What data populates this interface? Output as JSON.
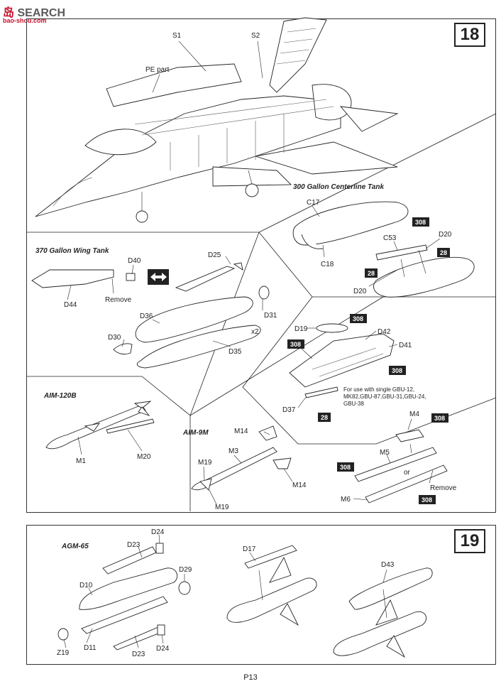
{
  "watermark": {
    "logo": "岛",
    "site": "SEARCH",
    "url": "bao-shou.com"
  },
  "step18": {
    "number": "18",
    "fuselage_labels": {
      "s1": "S1",
      "s2": "S2",
      "pe": "PE part"
    },
    "centerline_tank": {
      "title": "300 Gallon Centerline Tank",
      "c17": "C17",
      "c18": "C18",
      "c53": "C53",
      "d20a": "D20",
      "d20b": "D20",
      "tag308": "308",
      "tag28a": "28",
      "tag28b": "28"
    },
    "wing_tank": {
      "title": "370 Gallon Wing Tank",
      "d40": "D40",
      "d44": "D44",
      "remove": "Remove",
      "d25": "D25",
      "d36": "D36",
      "d31": "D31",
      "d30": "D30",
      "d35": "D35",
      "x2": "x2"
    },
    "pylon": {
      "d19": "D19",
      "d42": "D42",
      "d41": "D41",
      "d37": "D37",
      "tag308a": "308",
      "tag308b": "308",
      "tag308c": "308",
      "tag28": "28",
      "note1": "For use with single GBU-12,",
      "note2": "MK82,GBU-87,GBU-31,GBU-24,",
      "note3": "GBU-38"
    },
    "aim120": {
      "title": "AIM-120B",
      "m1": "M1",
      "m20": "M20"
    },
    "aim9": {
      "title": "AIM-9M",
      "m14a": "M14",
      "m14b": "M14",
      "m3": "M3",
      "m19a": "M19",
      "m19b": "M19"
    },
    "rails": {
      "m4": "M4",
      "m5": "M5",
      "m6": "M6",
      "or": "or",
      "remove": "Remove",
      "tag308a": "308",
      "tag308b": "308",
      "tag308c": "308"
    }
  },
  "step19": {
    "number": "19",
    "agm65": {
      "title": "AGM-65",
      "d24a": "D24",
      "d23a": "D23",
      "d29": "D29",
      "d10": "D10",
      "d11": "D11",
      "z19": "Z19",
      "d23b": "D23",
      "d24b": "D24"
    },
    "d17": "D17",
    "d43": "D43"
  },
  "page_number": "P13"
}
